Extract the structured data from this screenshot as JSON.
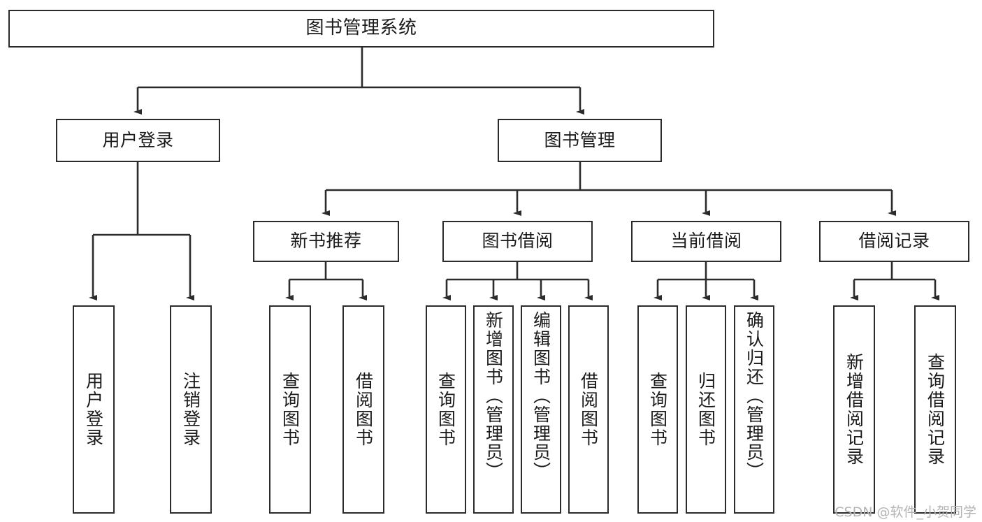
{
  "diagram": {
    "type": "tree-hierarchy-chart",
    "title": "图书管理系统",
    "colors": {
      "box_stroke": "#2b2b2b",
      "box_fill": "#ffffff",
      "connector": "#2b2b2b",
      "text": "#1a1a1a",
      "watermark": "#b4b4b4",
      "background": "#ffffff"
    },
    "levels": {
      "level1": [
        {
          "id": "root",
          "label": "图书管理系统",
          "orientation": "horizontal"
        }
      ],
      "level2": [
        {
          "id": "user-login",
          "label": "用户登录",
          "orientation": "horizontal"
        },
        {
          "id": "book-management",
          "label": "图书管理",
          "orientation": "horizontal"
        }
      ],
      "level3": [
        {
          "id": "new-book-recommend",
          "label": "新书推荐",
          "orientation": "horizontal"
        },
        {
          "id": "book-borrow",
          "label": "图书借阅",
          "orientation": "horizontal"
        },
        {
          "id": "current-borrow",
          "label": "当前借阅",
          "orientation": "horizontal"
        },
        {
          "id": "borrow-record",
          "label": "借阅记录",
          "orientation": "horizontal"
        }
      ],
      "level4": [
        {
          "id": "leaf-user-login",
          "label": "用户登录",
          "parent": "user-login",
          "orientation": "vertical"
        },
        {
          "id": "leaf-logout",
          "label": "注销登录",
          "parent": "user-login",
          "orientation": "vertical"
        },
        {
          "id": "leaf-query-book-1",
          "label": "查询图书",
          "parent": "new-book-recommend",
          "orientation": "vertical"
        },
        {
          "id": "leaf-borrow-book-1",
          "label": "借阅图书",
          "parent": "new-book-recommend",
          "orientation": "vertical"
        },
        {
          "id": "leaf-query-book-2",
          "label": "查询图书",
          "parent": "book-borrow",
          "orientation": "vertical"
        },
        {
          "id": "leaf-add-book",
          "label": "新增图书（管理员）",
          "parent": "book-borrow",
          "orientation": "vertical"
        },
        {
          "id": "leaf-edit-book",
          "label": "编辑图书（管理员）",
          "parent": "book-borrow",
          "orientation": "vertical"
        },
        {
          "id": "leaf-borrow-book-2",
          "label": "借阅图书",
          "parent": "book-borrow",
          "orientation": "vertical"
        },
        {
          "id": "leaf-query-book-3",
          "label": "查询图书",
          "parent": "current-borrow",
          "orientation": "vertical"
        },
        {
          "id": "leaf-return-book",
          "label": "归还图书",
          "parent": "current-borrow",
          "orientation": "vertical"
        },
        {
          "id": "leaf-confirm-return",
          "label": "确认归还（管理员）",
          "parent": "current-borrow",
          "orientation": "vertical"
        },
        {
          "id": "leaf-add-record",
          "label": "新增借阅记录",
          "parent": "borrow-record",
          "orientation": "vertical"
        },
        {
          "id": "leaf-query-record",
          "label": "查询借阅记录",
          "parent": "borrow-record",
          "orientation": "vertical"
        }
      ]
    },
    "watermark": "CSDN @软件_小贺同学"
  }
}
